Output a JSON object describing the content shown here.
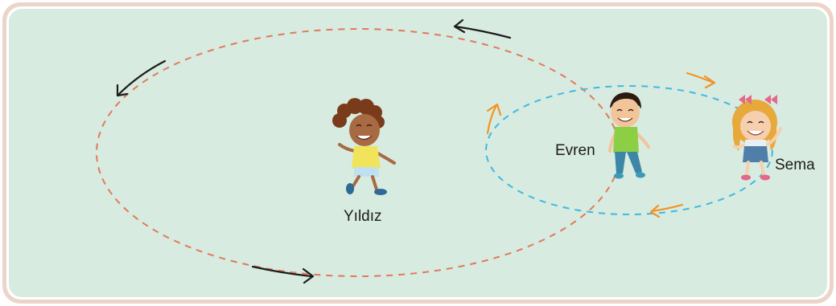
{
  "labels": {
    "yildiz": "Yıldız",
    "evren": "Evren",
    "sema": "Sema"
  },
  "colors": {
    "background": "#d7ebe0",
    "frame_outer": "#ecd5c8",
    "frame_inner": "#ffffff",
    "large_orbit": "#e2795a",
    "small_orbit": "#41b8e2",
    "large_orbit_arrow": "#1d1d1b",
    "small_orbit_arrow": "#f39324"
  },
  "icons": {
    "yildiz": "girl-curly-hair-figure",
    "evren": "boy-figure",
    "sema": "girl-pigtails-figure"
  }
}
